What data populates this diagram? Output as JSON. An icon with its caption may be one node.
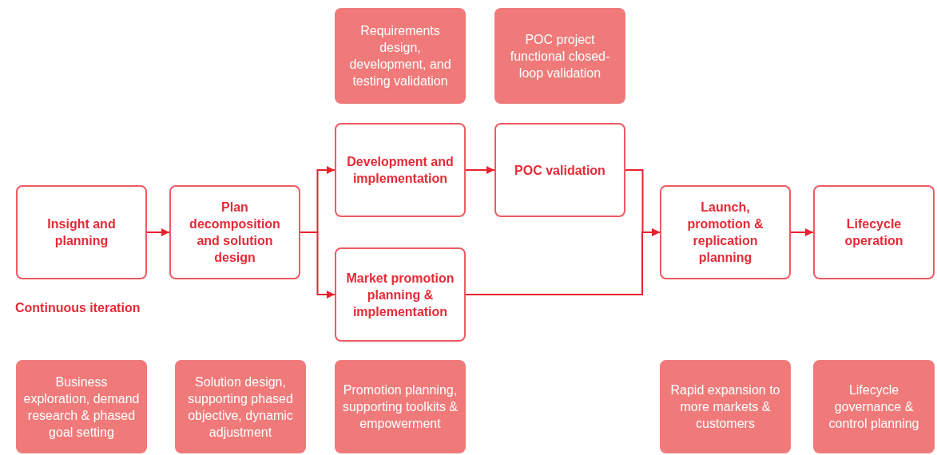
{
  "diagram": {
    "nodes": [
      {
        "text": [
          "Insight and planning"
        ]
      },
      {
        "text": [
          "Plan decomposition and solution design"
        ]
      },
      {
        "text": [
          "Development and implementation"
        ]
      },
      {
        "text": [
          "POC validation"
        ]
      },
      {
        "text": [
          "Market promotion planning & implementation"
        ]
      },
      {
        "text": [
          "Launch, promotion & replication planning"
        ]
      },
      {
        "text": [
          "Lifecycle operation"
        ]
      },
      {
        "text": [
          "Requirements design, development, and testing validation"
        ]
      },
      {
        "text": [
          "POC project functional closed-loop validation"
        ]
      },
      {
        "text": [
          "Business exploration, demand research & phased goal setting"
        ]
      },
      {
        "text": [
          "Solution design, supporting phased objective, dynamic adjustment"
        ]
      },
      {
        "text": [
          "Promotion planning, supporting toolkits & empowerment"
        ]
      },
      {
        "text": [
          "Rapid expansion to more markets & customers"
        ]
      },
      {
        "text": [
          "Lifecycle governance & control planning"
        ]
      }
    ],
    "edges": [
      {
        "from": 0,
        "to": 1,
        "arrow": "to"
      },
      {
        "from": 1,
        "to": 2,
        "arrow": "to"
      },
      {
        "from": 1,
        "to": 4,
        "arrow": "to"
      },
      {
        "from": 2,
        "to": 3,
        "arrow": "to"
      },
      {
        "from": 3,
        "to": 5,
        "arrow": "to"
      },
      {
        "from": 4,
        "to": 5,
        "arrow": "to"
      },
      {
        "from": 5,
        "to": 6,
        "arrow": "to"
      }
    ],
    "labels": [
      "Continuous iteration"
    ]
  }
}
